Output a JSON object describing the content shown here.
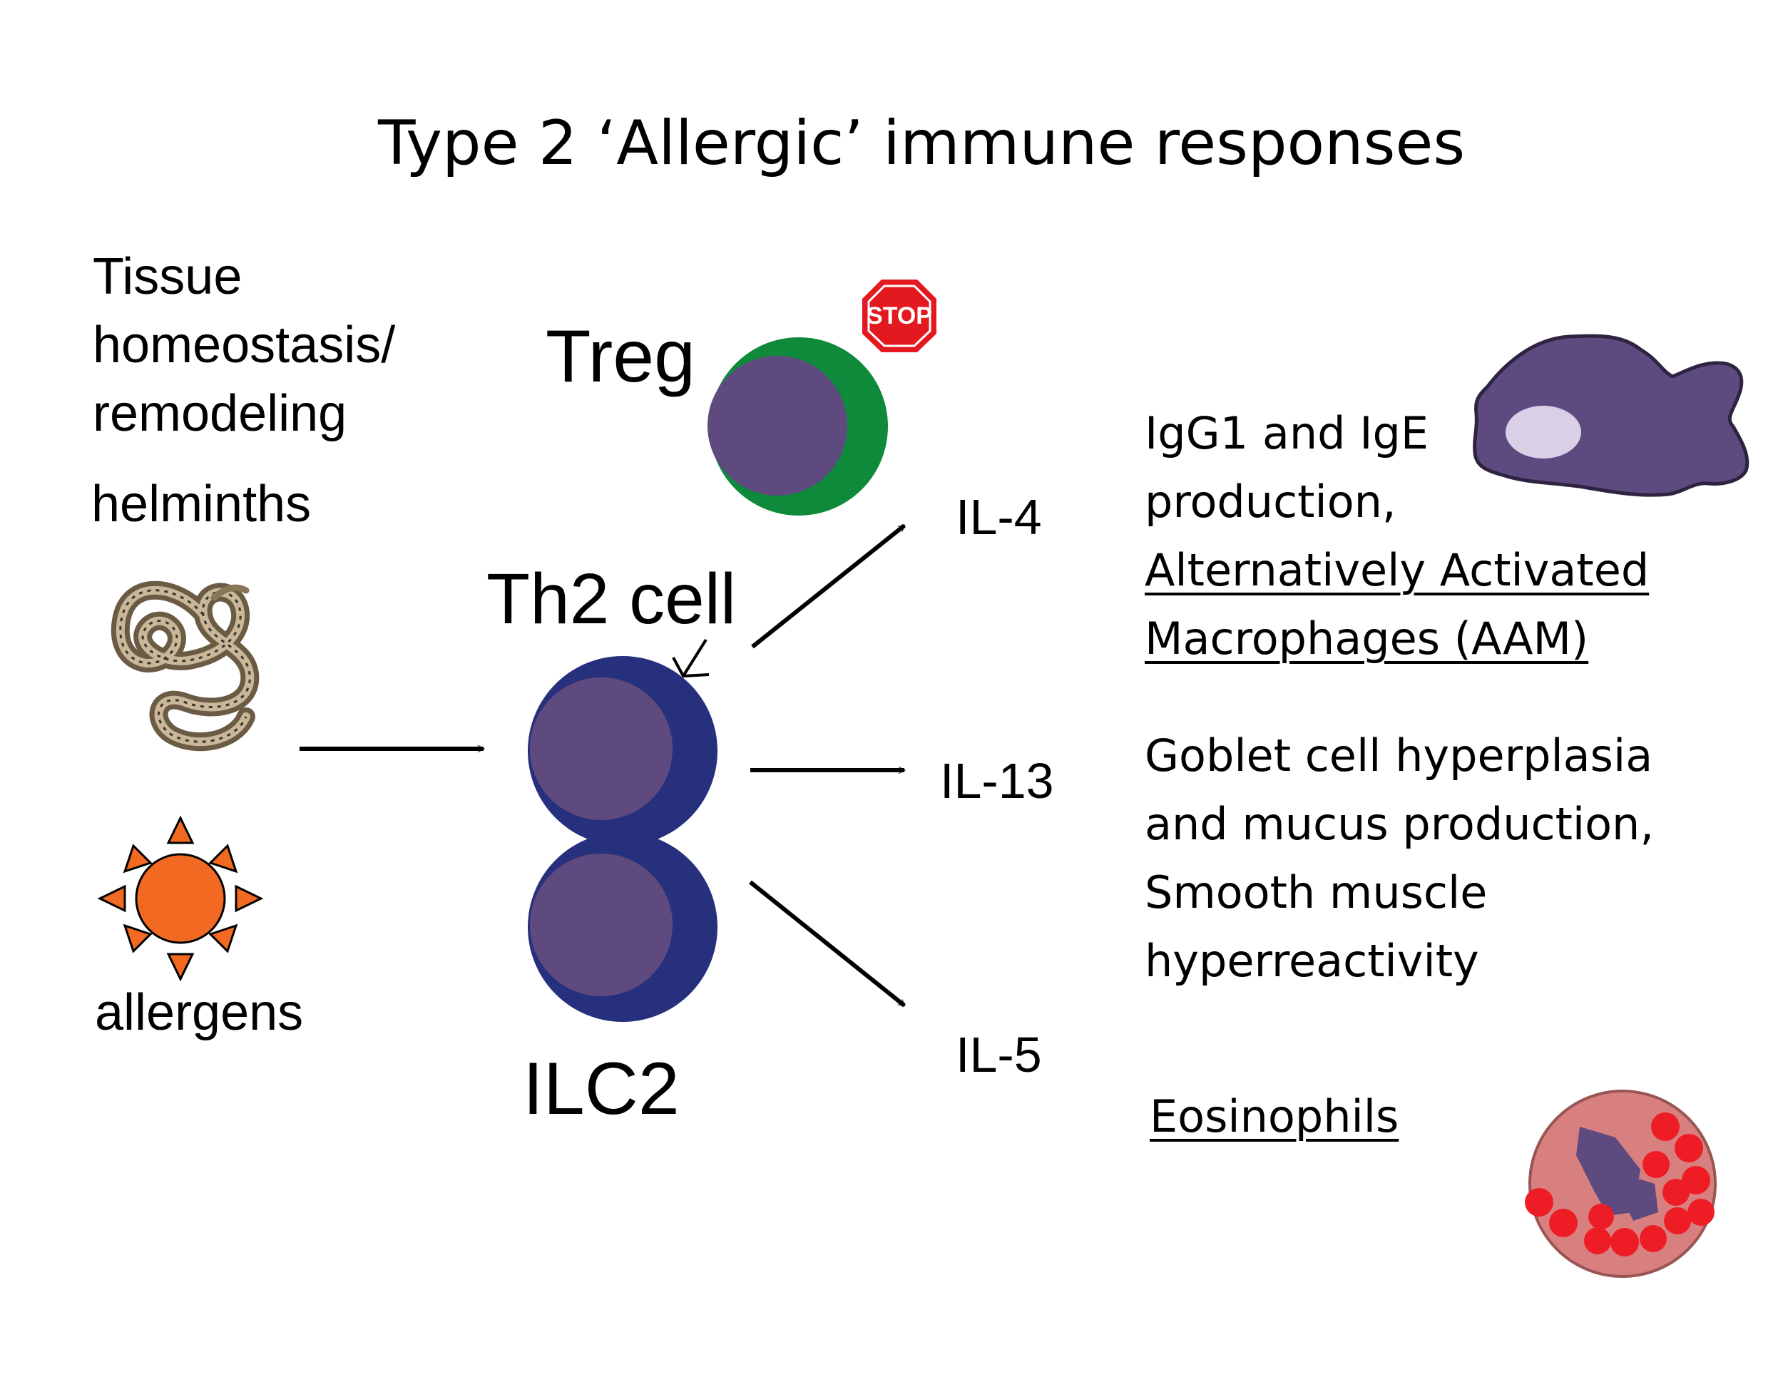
{
  "title": "Type 2 ‘Allergic’ immune responses",
  "triggers": {
    "tissue": [
      "Tissue",
      "homeostasis/",
      "remodeling"
    ],
    "helminths": "helminths",
    "allergens": "allergens"
  },
  "cells": {
    "treg": "Treg",
    "stop": "STOP",
    "th2": "Th2 cell",
    "ilc2": "ILC2"
  },
  "cytokines": {
    "il4": "IL-4",
    "il13": "IL-13",
    "il5": "IL-5"
  },
  "effects": {
    "il4_line1": "IgG1 and IgE",
    "il4_line2": "production,",
    "il4_line3": "Alternatively Activated",
    "il4_line4": "Macrophages (AAM)",
    "il13_lines": [
      "Goblet cell hyperplasia",
      "and mucus production,",
      "Smooth muscle",
      "hyperreactivity"
    ],
    "il5": "Eosinophils"
  },
  "colors": {
    "th2_outer": "#27307d",
    "cell_inner": "#5e4a7e",
    "treg_outer": "#0e8a3a",
    "stop_red": "#e3191f",
    "sun_orange": "#f26a21",
    "macrophage": "#5d4b80",
    "macrophage_nucleus": "#d9cfe6",
    "eosinophil_bg": "#d7807f",
    "granule_red": "#ee1d25"
  },
  "icons": [
    "helminth-worm-icon",
    "allergen-sun-icon",
    "stop-sign-icon",
    "macrophage-icon",
    "eosinophil-icon"
  ]
}
